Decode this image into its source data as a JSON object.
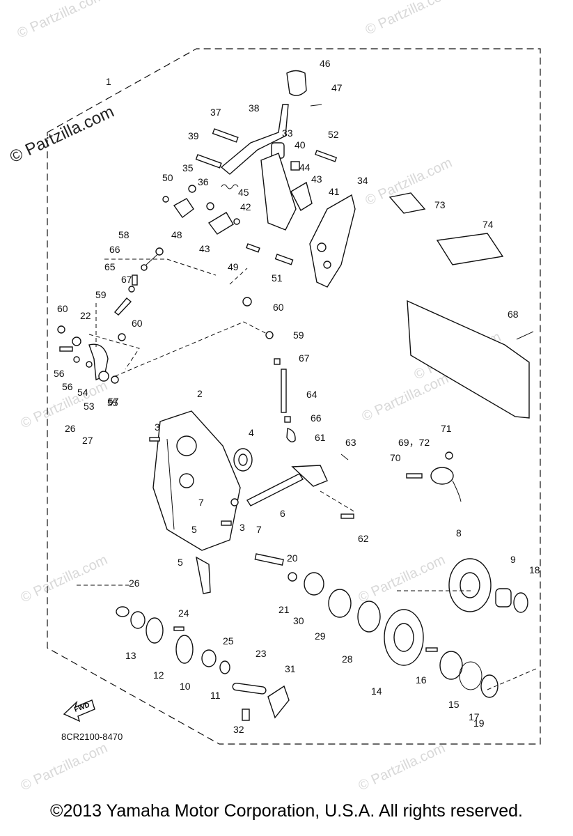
{
  "watermark": "© Partzilla.com",
  "diagram_code": "8CR2100-8470",
  "direction_label": "FWD",
  "copyright": "©2013  Yamaha Motor Corporation, U.S.A. All rights reserved.",
  "callouts": [
    "1",
    "2",
    "3",
    "3",
    "4",
    "5",
    "5",
    "6",
    "7",
    "7",
    "8",
    "9",
    "10",
    "11",
    "12",
    "13",
    "14",
    "15",
    "16",
    "17",
    "18",
    "19",
    "20",
    "21",
    "22",
    "23",
    "24",
    "25",
    "26",
    "26",
    "27",
    "28",
    "29",
    "30",
    "31",
    "32",
    "33",
    "34",
    "35",
    "36",
    "37",
    "38",
    "39",
    "40",
    "41",
    "42",
    "43",
    "43",
    "44",
    "45",
    "46",
    "47",
    "48",
    "49",
    "50",
    "51",
    "52",
    "53",
    "54",
    "55",
    "56",
    "56",
    "57",
    "58",
    "59",
    "59",
    "60",
    "60",
    "60",
    "61",
    "62",
    "63",
    "64",
    "65",
    "66",
    "66",
    "67",
    "67",
    "68",
    "69，72",
    "70",
    "71",
    "73",
    "74"
  ]
}
